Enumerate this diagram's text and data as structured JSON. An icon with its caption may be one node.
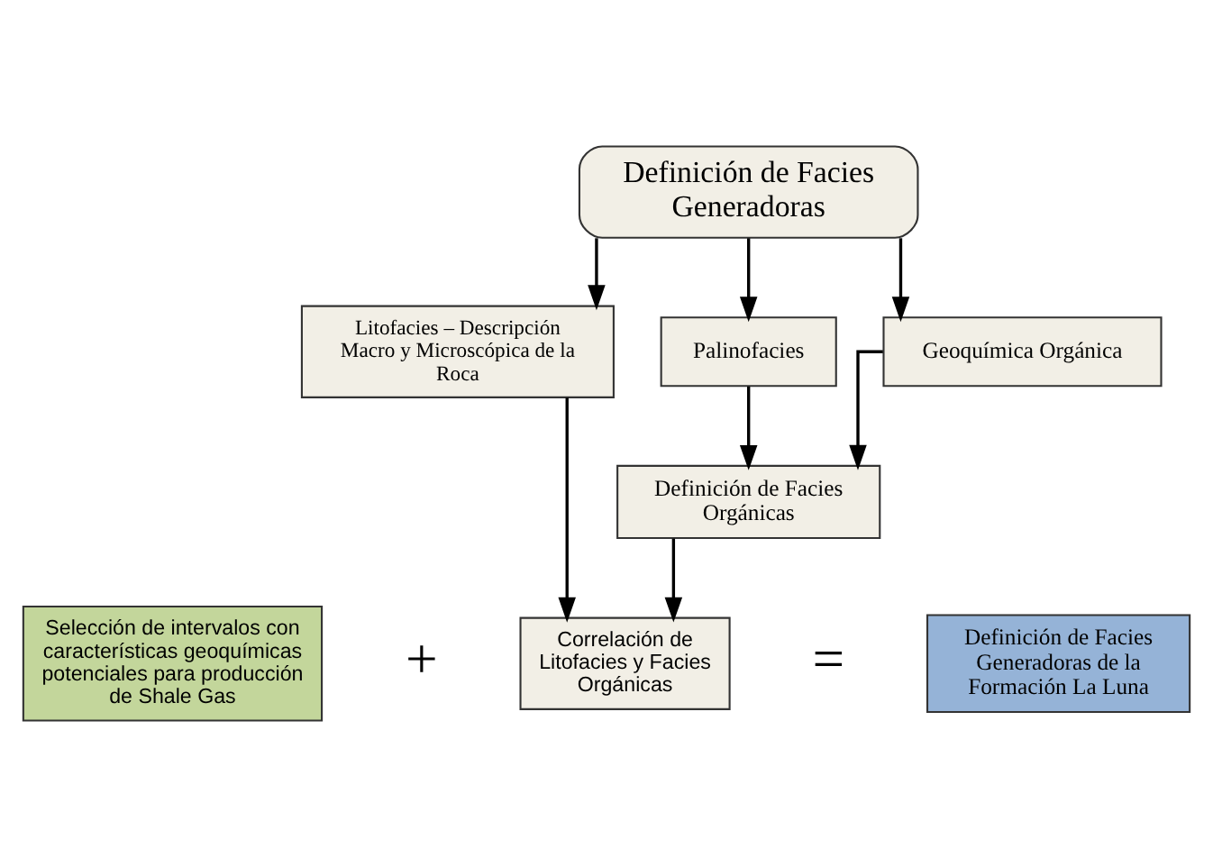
{
  "diagram": {
    "nodes": [
      {
        "text": [
          "Definición de Facies Generadoras"
        ]
      },
      {
        "text": [
          "Litofacies – Descripción Macro y Microscópica de la Roca"
        ]
      },
      {
        "text": [
          "Palinofacies"
        ]
      },
      {
        "text": [
          "Geoquímica Orgánica"
        ]
      },
      {
        "text": [
          "Definición de Facies Orgánicas"
        ]
      },
      {
        "text": [
          "Selección de intervalos con características geoquímicas potenciales para producción de Shale Gas"
        ]
      },
      {
        "text": [
          "Correlación de Litofacies y Facies Orgánicas"
        ]
      },
      {
        "text": [
          "Definición de Facies Generadoras de la Formación La Luna"
        ]
      }
    ],
    "edges": [
      {
        "from": 0,
        "to": 1,
        "arrow": "to"
      },
      {
        "from": 0,
        "to": 2,
        "arrow": "to"
      },
      {
        "from": 0,
        "to": 3,
        "arrow": "to"
      },
      {
        "from": 2,
        "to": 4,
        "arrow": "to"
      },
      {
        "from": 3,
        "to": 4,
        "arrow": "to"
      },
      {
        "from": 1,
        "to": 6,
        "arrow": "to"
      },
      {
        "from": 4,
        "to": 6,
        "arrow": "to"
      }
    ],
    "labels": [
      "+",
      "="
    ]
  }
}
